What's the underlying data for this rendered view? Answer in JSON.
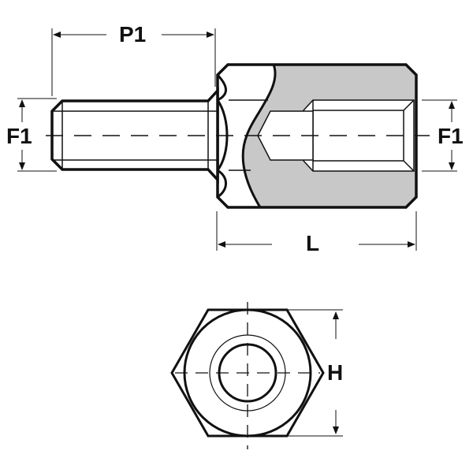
{
  "labels": {
    "p1": "P1",
    "f1_left": "F1",
    "f1_right": "F1",
    "l": "L",
    "h": "H"
  },
  "colors": {
    "line": "#111111",
    "fill": "#c8c8c9"
  }
}
